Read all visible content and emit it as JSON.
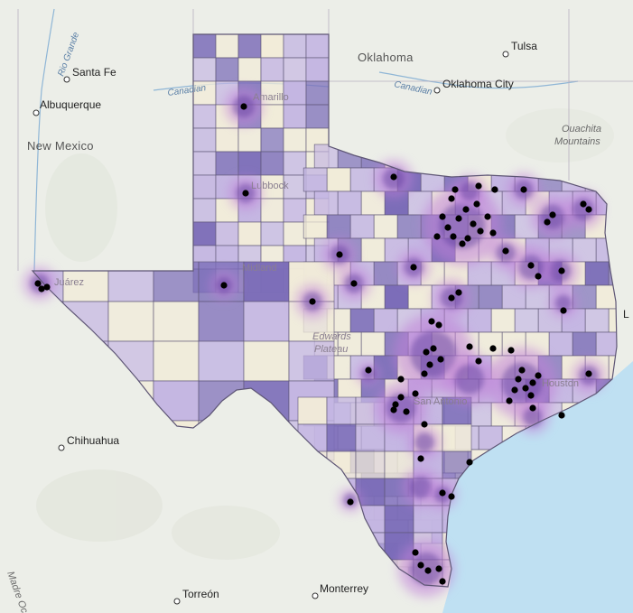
{
  "map": {
    "colors": {
      "land": "#eceee8",
      "water": "#bfe0f2",
      "county_light": "#f1ebd8",
      "county_mid": "#c4b6e2",
      "county_dark": "#7b6cb8",
      "county_stroke": "#5e5675",
      "halo": "#c080d8",
      "point": "#000000",
      "river": "#8fb6d6"
    },
    "labels": {
      "santa_fe": "Santa Fe",
      "albuquerque": "Albuquerque",
      "new_mexico": "New Mexico",
      "rio_grande": "Rio Grande",
      "oklahoma": "Oklahoma",
      "tulsa": "Tulsa",
      "oklahoma_city": "Oklahoma City",
      "canadian_west": "Canadian",
      "canadian_east": "Canadian",
      "ouachita": "Ouachita",
      "mountains": "Mountains",
      "amarillo": "Amarillo",
      "lubbock": "Lubbock",
      "midland": "Midland",
      "juarez": "Juárez",
      "edwards": "Edwards",
      "plateau": "Plateau",
      "houston": "Houston",
      "san_antonio": "San Antonio",
      "chihuahua": "Chihuahua",
      "torreon": "Torreón",
      "monterrey": "Monterrey",
      "sierra_madre": "Madre Occid.",
      "edge_l": "L"
    }
  }
}
